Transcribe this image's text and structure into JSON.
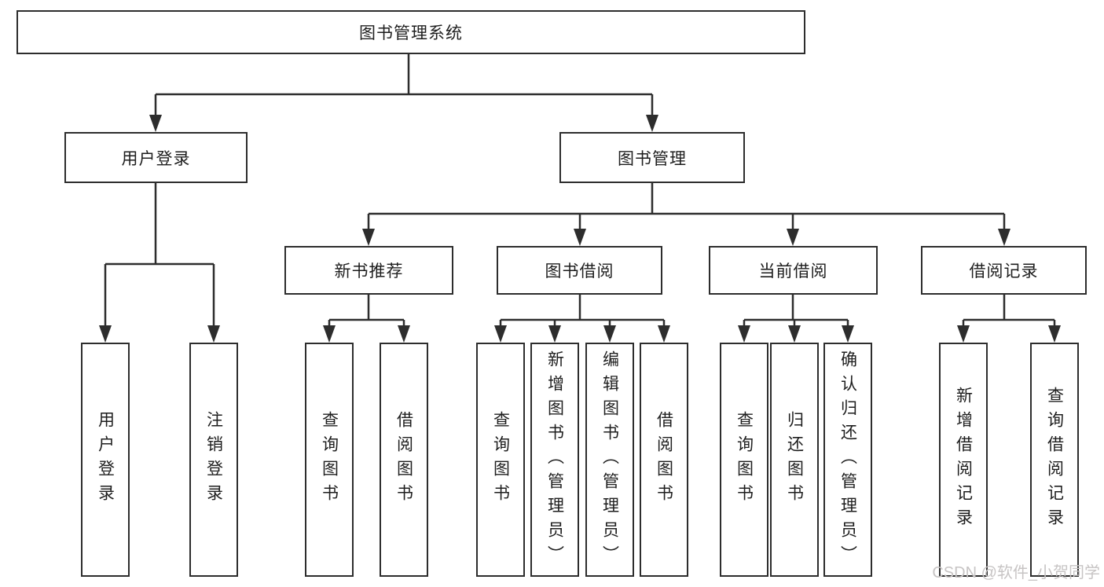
{
  "tree": {
    "label": "图书管理系统",
    "children": [
      {
        "label": "用户登录",
        "children": [
          {
            "label": "用户登录"
          },
          {
            "label": "注销登录"
          }
        ]
      },
      {
        "label": "图书管理",
        "children": [
          {
            "label": "新书推荐",
            "children": [
              {
                "label": "查询图书"
              },
              {
                "label": "借阅图书"
              }
            ]
          },
          {
            "label": "图书借阅",
            "children": [
              {
                "label": "查询图书"
              },
              {
                "label": "新增图书（管理员）"
              },
              {
                "label": "编辑图书（管理员）"
              },
              {
                "label": "借阅图书"
              }
            ]
          },
          {
            "label": "当前借阅",
            "children": [
              {
                "label": "查询图书"
              },
              {
                "label": "归还图书"
              },
              {
                "label": "确认归还（管理员）"
              }
            ]
          },
          {
            "label": "借阅记录",
            "children": [
              {
                "label": "新增借阅记录"
              },
              {
                "label": "查询借阅记录"
              }
            ]
          }
        ]
      }
    ]
  },
  "watermark": "CSDN @软件_小贺同学",
  "colors": {
    "line": "#2d2d2d",
    "box_border": "#2d2d2d",
    "text": "#1e1e1e",
    "watermark": "#c7c4c4",
    "background": "#ffffff"
  }
}
